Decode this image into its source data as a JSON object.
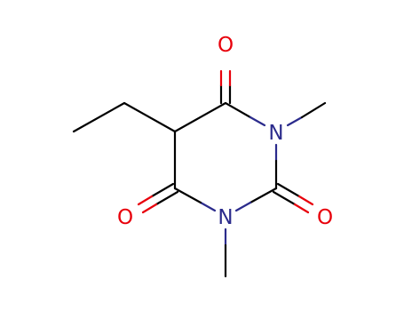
{
  "molecule": {
    "atoms": {
      "o_top": "O",
      "n_right": "N",
      "n_bottom": "N",
      "o_left": "O",
      "o_right": "O"
    }
  },
  "colors": {
    "bond": "#000000",
    "oxygen": "#e8000b",
    "nitrogen": "#2b2b8c",
    "background": "#ffffff"
  }
}
